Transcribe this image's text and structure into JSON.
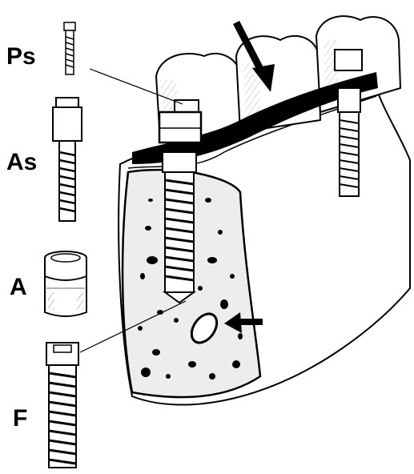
{
  "labels": {
    "prosthetic_screw": "Ps",
    "abutment_screw": "As",
    "abutment": "A",
    "fixture": "F"
  },
  "colors": {
    "ink": "#000000",
    "paper": "#ffffff",
    "bone_gray": "#ededed"
  }
}
